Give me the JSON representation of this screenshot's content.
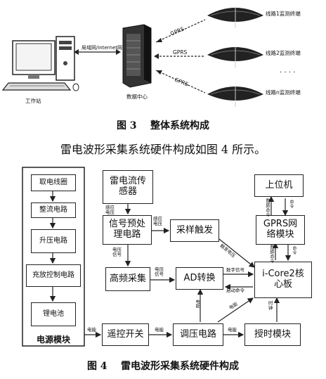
{
  "fig3": {
    "workstation": "工作站",
    "datacenter": "数据中心",
    "network_label": "局域网/internet网",
    "gprs": [
      "GPRS",
      "GPRS",
      "GPRS"
    ],
    "terminals": [
      "线路1监测终端",
      "线路2监测终端",
      "线路n监测终端"
    ],
    "ellipsis": "· · · ·",
    "caption": "图 3    整体系统构成"
  },
  "sentence": "雷电波形采集系统硬件构成如图 4 所示。",
  "fig4": {
    "power_module": {
      "title": "电源模块",
      "items": [
        "取电线圈",
        "整流电路",
        "升压电路",
        "充放控制电路",
        "锂电池"
      ]
    },
    "boxes": {
      "sensor": "雷电流传感器",
      "preproc": "信号预处理电路",
      "trigger": "采样触发",
      "hfsample": "高频采集",
      "ad": "AD转换",
      "core": "i-Core2核心板",
      "gprs": "GPRS网络模块",
      "host": "上位机",
      "remote": "遥控开关",
      "regulator": "调压电路",
      "timing": "授时模块"
    },
    "labels": {
      "sense_v": "感应\n电压",
      "sense_v2": "感应\n电压",
      "v_signal": "电压\n信号",
      "v_signal2": "电压\n信号",
      "digital": "数字信号",
      "start_cmd": "启动命令",
      "trig_v": "触发电压",
      "power1": "电能",
      "power2": "电能",
      "power3": "电能",
      "power4": "电能",
      "power5": "电能",
      "clock": "时\n钟",
      "data_cmd": "数据/命令",
      "cmd": "命令",
      "data_cmd2": "数据/命令",
      "cmd2": "命令"
    },
    "caption": "图 4    雷电波形采集系统硬件构成"
  }
}
